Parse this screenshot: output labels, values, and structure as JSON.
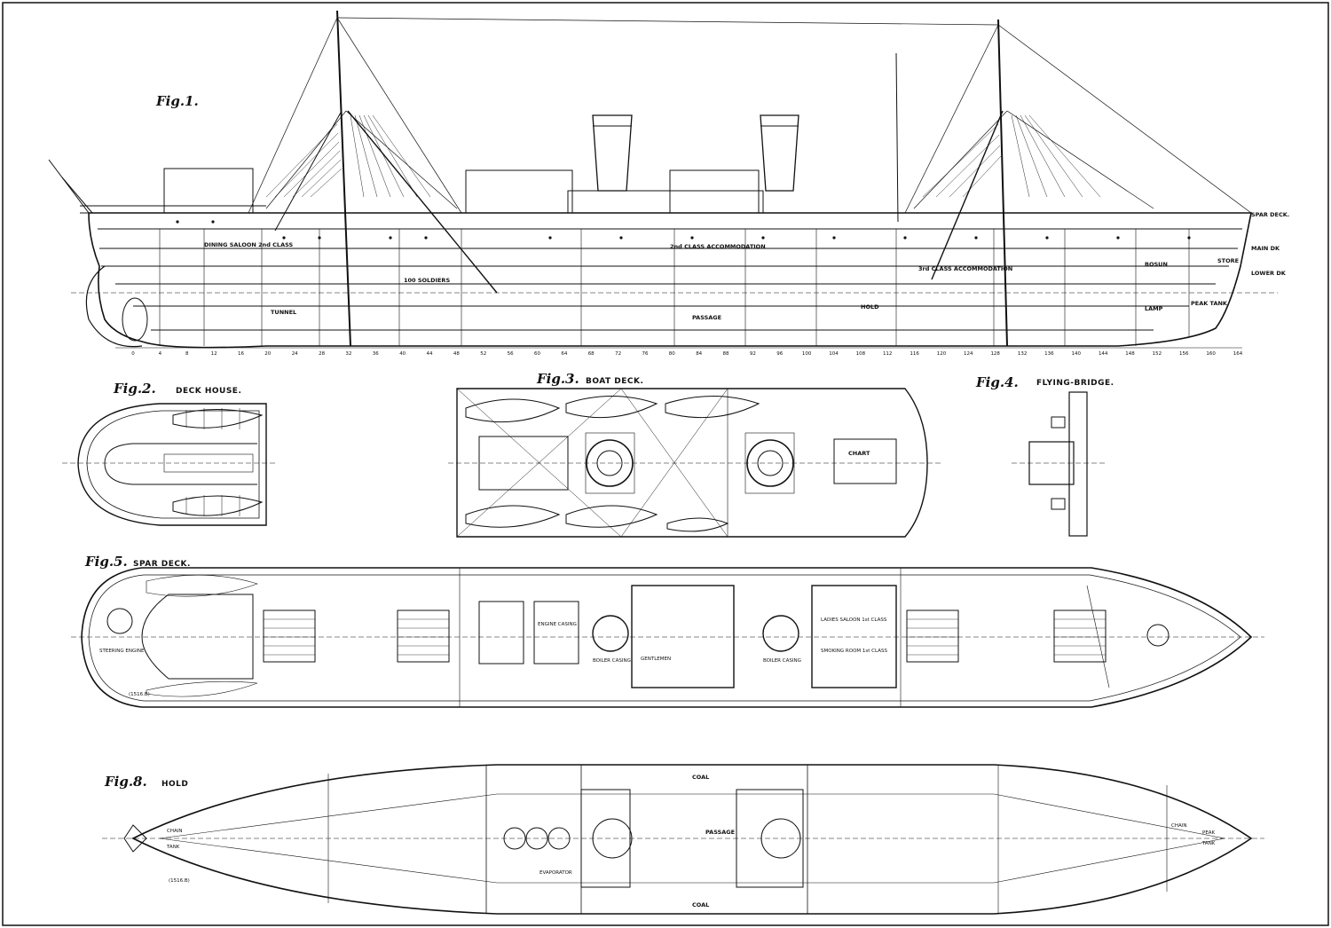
{
  "figures": {
    "fig1": {
      "title": "Fig.1."
    },
    "fig2": {
      "title": "Fig.2.",
      "caption": "DECK HOUSE."
    },
    "fig3": {
      "title": "Fig.3.",
      "caption": "BOAT DECK."
    },
    "fig4": {
      "title": "Fig.4.",
      "caption": "FLYING-BRIDGE."
    },
    "fig5": {
      "title": "Fig.5.",
      "caption": "SPAR DECK."
    },
    "fig8": {
      "title": "Fig.8.",
      "caption": "HOLD"
    }
  },
  "profile_labels": {
    "spar_deck": "SPAR DECK.",
    "main_deck": "MAIN DK",
    "lower_deck": "LOWER DK",
    "store": "STORE",
    "peak_tank": "PEAK TANK",
    "hold": "HOLD",
    "dining_saloon": "DINING SALOON 2nd CLASS",
    "accommodation_2nd": "2nd CLASS ACCOMMODATION",
    "accommodation_3rd": "3rd CLASS ACCOMMODATION",
    "soldiers": "100 SOLDIERS",
    "tunnel": "TUNNEL",
    "passage": "PASSAGE",
    "bosun": "BOSUN",
    "lamp": "LAMP"
  },
  "plan_labels": {
    "boiler_casing": "BOILER CASING",
    "engine_casing": "ENGINE CASING",
    "gentlemen": "GENTLEMEN",
    "ladies_saloon": "LADIES SALOON 1st CLASS",
    "smoking_room": "SMOKING ROOM 1st CLASS",
    "chart": "CHART",
    "steering_engine": "STEERING ENGINE",
    "coal": "COAL",
    "passage": "PASSAGE",
    "evaporator": "EVAPORATOR",
    "chain": "CHAIN",
    "peak": "PEAK",
    "tank": "TANK",
    "ref": "(1516.B)"
  },
  "frame_numbers": [
    "0",
    "4",
    "8",
    "12",
    "16",
    "20",
    "24",
    "28",
    "32",
    "36",
    "40",
    "44",
    "48",
    "52",
    "56",
    "60",
    "64",
    "68",
    "72",
    "76",
    "80",
    "84",
    "88",
    "92",
    "96",
    "100",
    "104",
    "108",
    "112",
    "116",
    "120",
    "124",
    "128",
    "132",
    "136",
    "140",
    "144",
    "148",
    "152",
    "156",
    "160",
    "164"
  ]
}
